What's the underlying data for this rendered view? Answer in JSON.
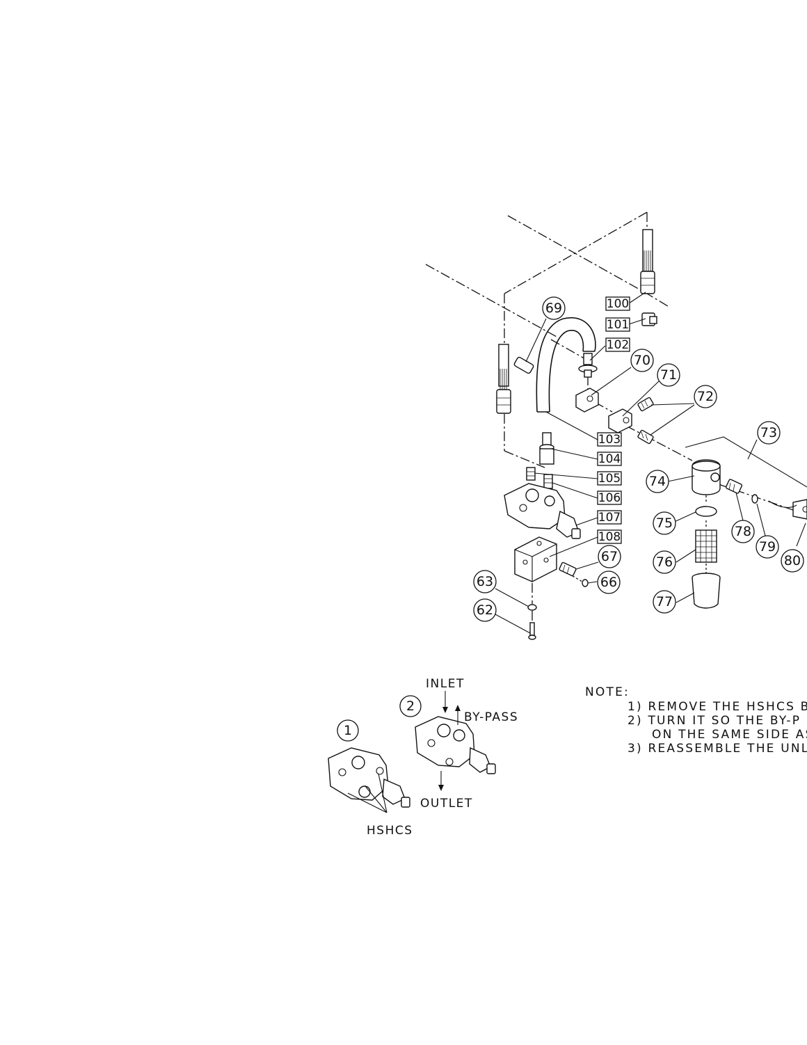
{
  "callouts": {
    "c62": "62",
    "c63": "63",
    "c66": "66",
    "c67": "67",
    "c69": "69",
    "c70": "70",
    "c71": "71",
    "c72": "72",
    "c73": "73",
    "c74": "74",
    "c75": "75",
    "c76": "76",
    "c77": "77",
    "c78": "78",
    "c79": "79",
    "c80": "80"
  },
  "boxed_callouts": {
    "b100": "100",
    "b101": "101",
    "b102": "102",
    "b103": "103",
    "b104": "104",
    "b105": "105",
    "b106": "106",
    "b107": "107",
    "b108": "108"
  },
  "inset": {
    "step1": "1",
    "step2": "2",
    "inlet": "INLET",
    "bypass": "BY-PASS",
    "outlet": "OUTLET",
    "hshcs": "HSHCS"
  },
  "note": {
    "heading": "NOTE:",
    "line1": "1) REMOVE THE HSHCS BO",
    "line2": "2) TURN IT SO THE BY-P",
    "line3": "ON THE SAME SIDE AS",
    "line4": "3) REASSEMBLE THE UNLO"
  }
}
